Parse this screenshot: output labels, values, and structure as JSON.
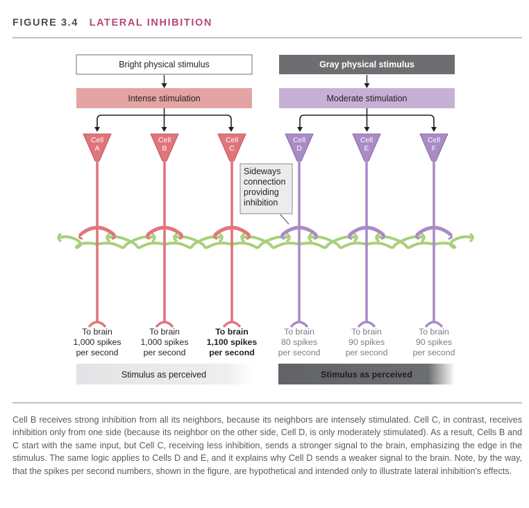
{
  "figure": {
    "number": "FIGURE 3.4",
    "title": "LATERAL INHIBITION"
  },
  "colors": {
    "bright_box_fill": "#ffffff",
    "gray_box_fill": "#6d6e71",
    "intense_fill": "#e4a4a3",
    "moderate_fill": "#c7b0d6",
    "bright_cell": "#e0757b",
    "dim_cell": "#a98bc6",
    "sideways_connection": "#a8cf7a",
    "perceived_light": "#e8e9ea",
    "perceived_dark": "#6d6e71"
  },
  "stimuli": [
    {
      "label": "Bright physical stimulus",
      "stimulation": "Intense stimulation"
    },
    {
      "label": "Gray physical stimulus",
      "stimulation": "Moderate stimulation"
    }
  ],
  "cells": [
    {
      "name": "Cell",
      "letter": "A",
      "dest": "To brain",
      "rate": "1,000 spikes",
      "unit": "per second",
      "bold": false,
      "group": "bright"
    },
    {
      "name": "Cell",
      "letter": "B",
      "dest": "To brain",
      "rate": "1,000 spikes",
      "unit": "per second",
      "bold": false,
      "group": "bright"
    },
    {
      "name": "Cell",
      "letter": "C",
      "dest": "To brain",
      "rate": "1,100 spikes",
      "unit": "per second",
      "bold": true,
      "group": "bright"
    },
    {
      "name": "Cell",
      "letter": "D",
      "dest": "To brain",
      "rate": "80 spikes",
      "unit": "per second",
      "bold": false,
      "group": "dim"
    },
    {
      "name": "Cell",
      "letter": "E",
      "dest": "To brain",
      "rate": "90 spikes",
      "unit": "per second",
      "bold": false,
      "group": "dim"
    },
    {
      "name": "Cell",
      "letter": "F",
      "dest": "To brain",
      "rate": "90 spikes",
      "unit": "per second",
      "bold": false,
      "group": "dim"
    }
  ],
  "callout": {
    "lines": [
      "Sideways",
      "connection",
      "providing",
      "inhibition"
    ]
  },
  "perceived": {
    "left_label": "Stimulus as perceived",
    "right_label": "Stimulus as perceived"
  },
  "caption": "Cell B receives strong inhibition from all its neighbors, because its neighbors are intensely stimulated. Cell C, in contrast, receives inhibition only from one side (because its neighbor on the other side, Cell D, is only moderately stimulated). As a result, Cells B and C start with the same input, but Cell C, receiving less inhibition, sends a stronger signal to the brain, emphasizing the edge in the stimulus. The same logic applies to Cells D and E, and it explains why Cell D sends a weaker signal to the brain. Note, by the way, that the spikes per second numbers, shown in the figure, are hypothetical and intended only to illustrate lateral inhibition's effects."
}
